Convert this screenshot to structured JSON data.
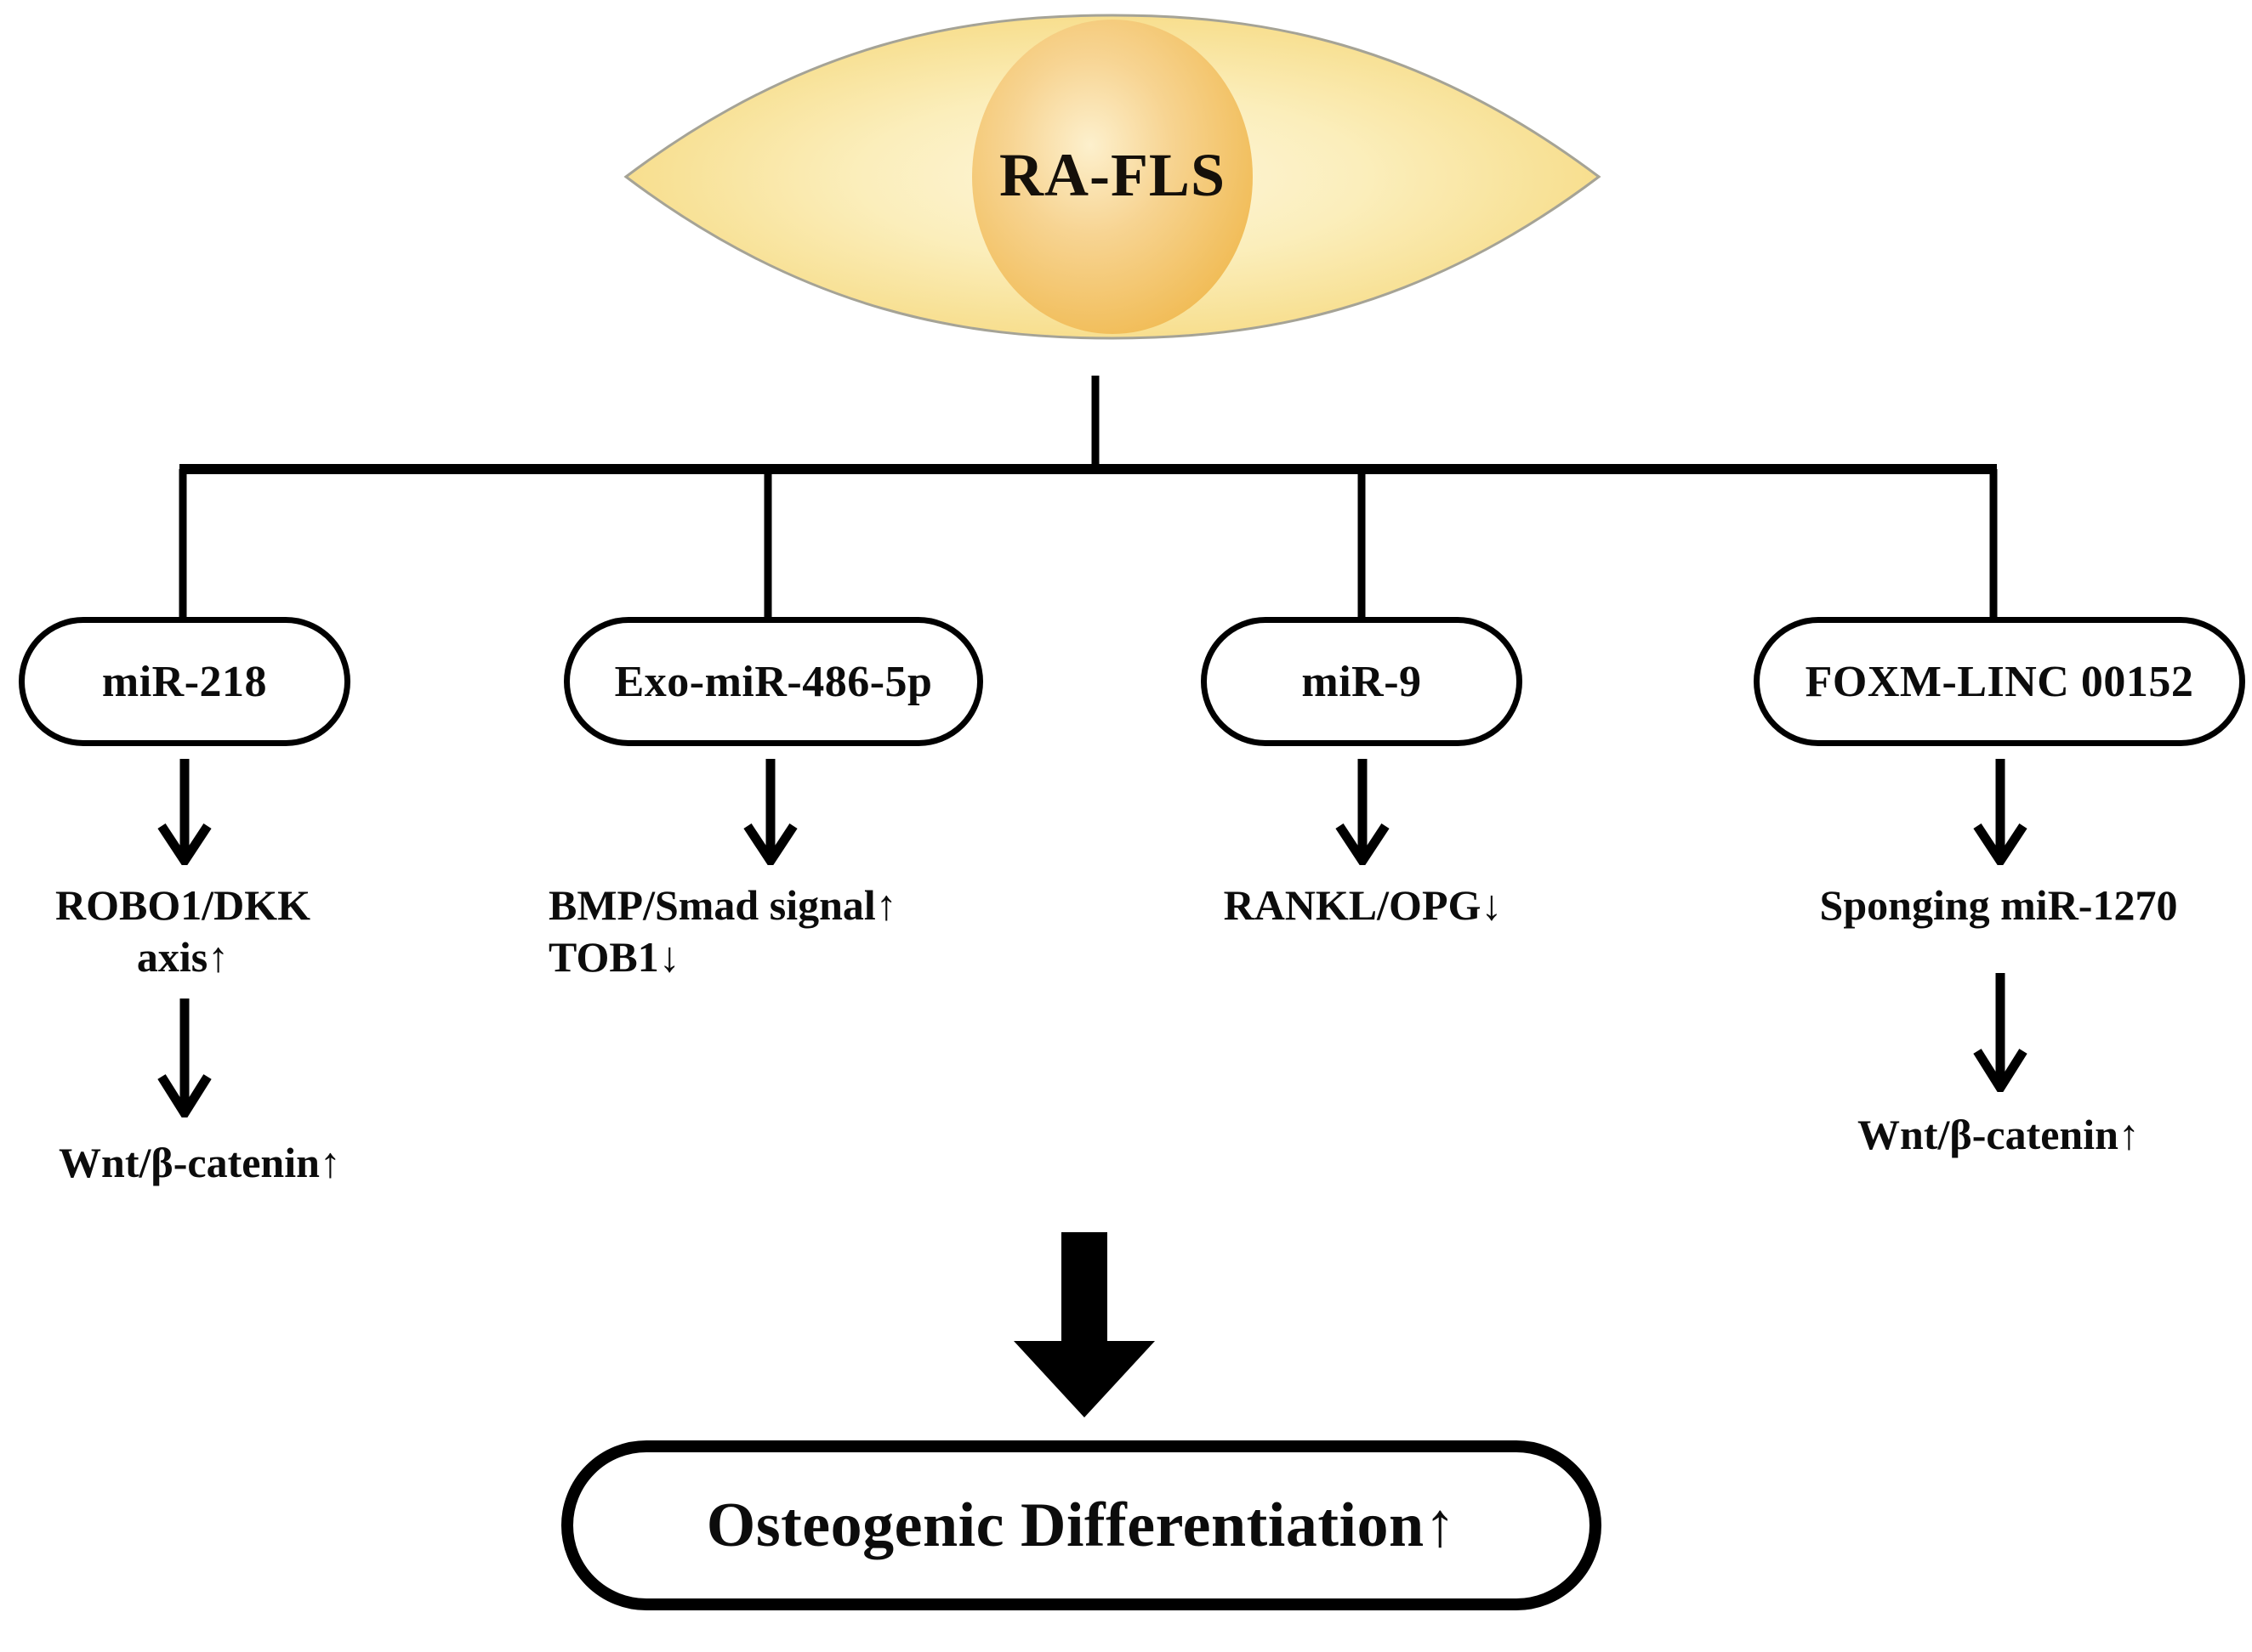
{
  "figure": {
    "type": "pathway-diagram",
    "background_color": "#ffffff",
    "line_color": "#000000"
  },
  "cell": {
    "label": "RA-FLS",
    "shape": "lens-shaped-cell-with-nucleus",
    "cytoplasm_color": "#f7dd8e",
    "cytoplasm_color_light": "#fdf3cf",
    "nucleus_color": "#f2bf5e",
    "nucleus_highlight": "#fdf0cd",
    "outline_color": "#9a9a8e"
  },
  "branches": [
    {
      "id": "branch-0",
      "node_label": "miR-218",
      "effects": [
        {
          "text": "ROBO1/DKK",
          "align": "center"
        },
        {
          "text": "axis↑",
          "align": "center"
        }
      ],
      "downstream": "Wnt/β-catenin↑"
    },
    {
      "id": "branch-1",
      "node_label": "Exo-miR-486-5p",
      "effects": [
        {
          "text": "BMP/Smad signal↑",
          "align": "left"
        },
        {
          "text": "TOB1↓",
          "align": "left"
        }
      ],
      "downstream": null
    },
    {
      "id": "branch-2",
      "node_label": "miR-9",
      "effects": [
        {
          "text": "RANKL/OPG↓",
          "align": "center"
        }
      ],
      "downstream": null
    },
    {
      "id": "branch-3",
      "node_label": "FOXM-LINC 00152",
      "effects": [
        {
          "text": "Sponging miR-1270",
          "align": "center"
        }
      ],
      "downstream": "Wnt/β-catenin↑"
    }
  ],
  "outcome": {
    "label": "Osteogenic Differentiation↑"
  },
  "icons": {
    "arrow_down": "arrow-down-icon",
    "big_arrow_down": "bold-arrow-down-icon",
    "branch_connector": "tree-connector"
  }
}
